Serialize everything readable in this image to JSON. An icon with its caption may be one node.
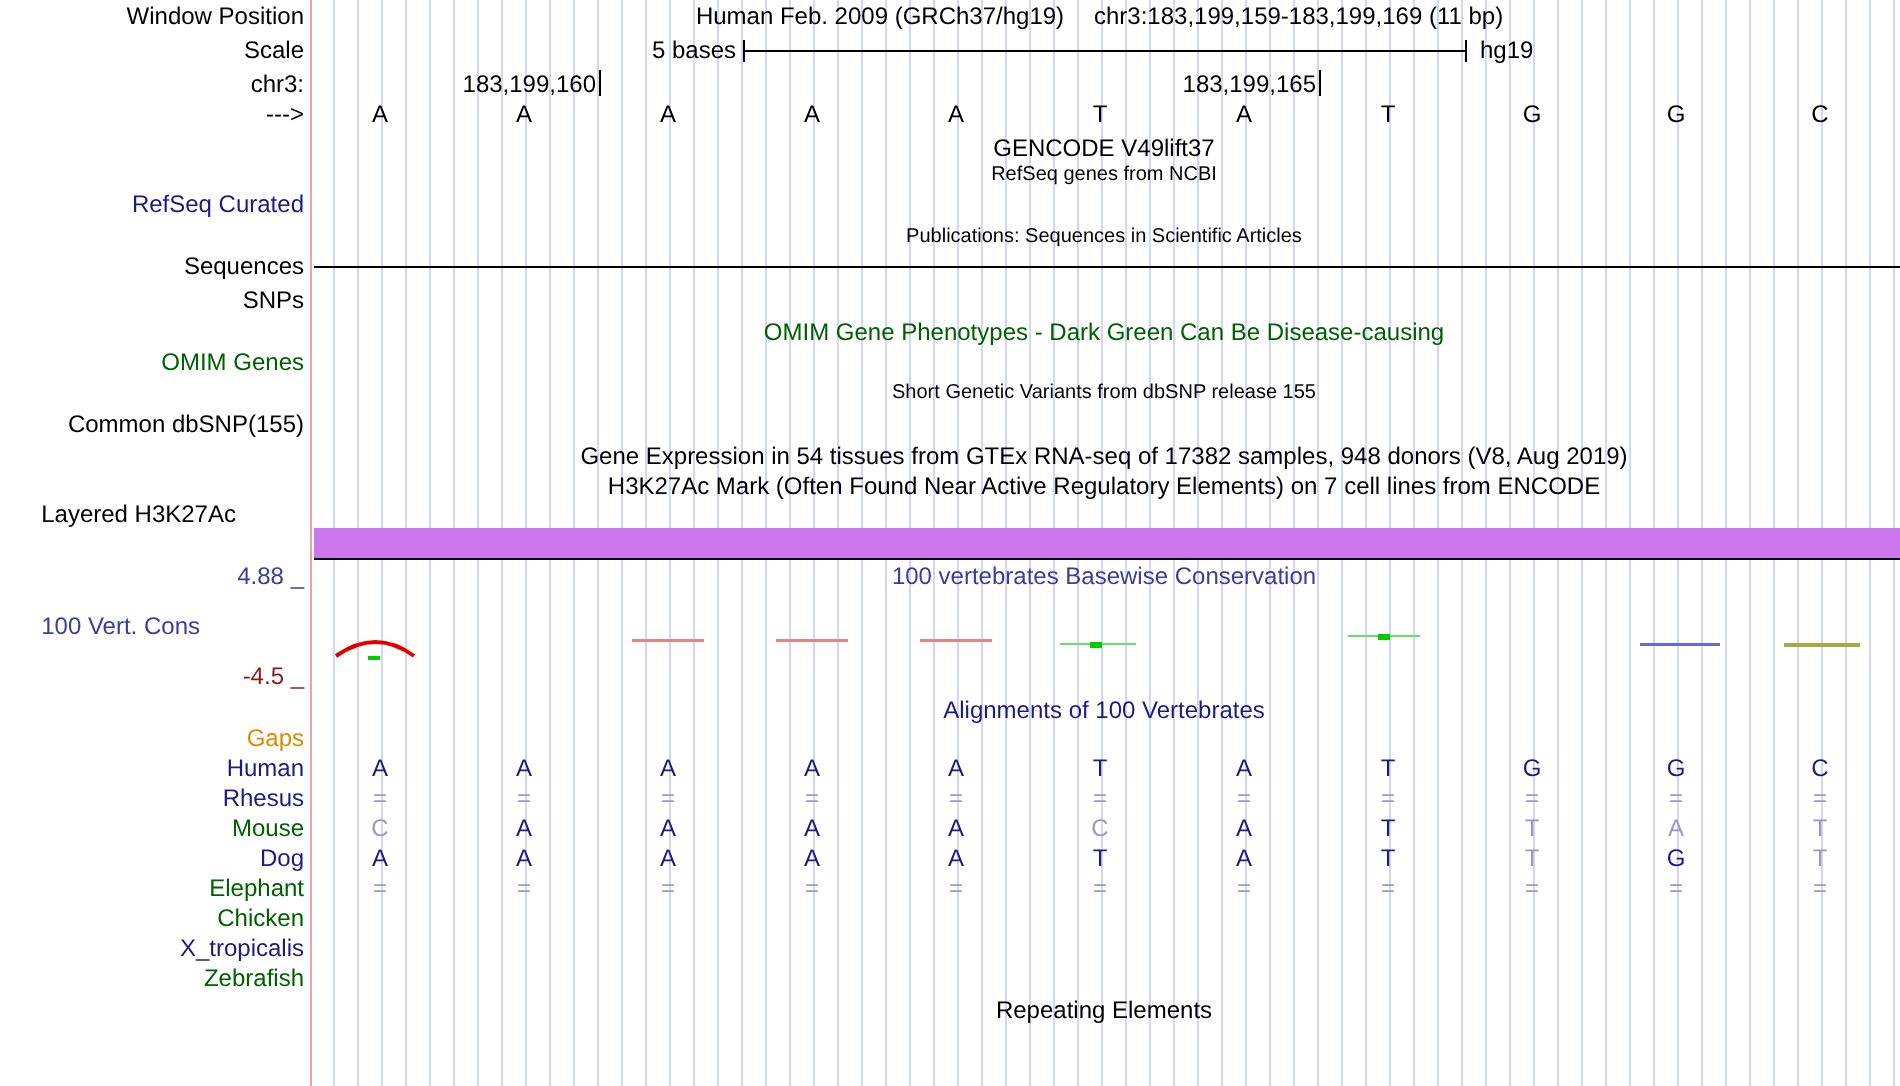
{
  "diagram": {
    "labels": [
      "Window Position",
      "Human Feb. 2009 (GRCh37/hg19)",
      "chr3:183,199,159-183,199,169 (11 bp)",
      "Scale",
      "5 bases",
      "hg19",
      "chr3:",
      "183,199,160",
      "183,199,165",
      "--->",
      "A",
      "A",
      "A",
      "A",
      "A",
      "T",
      "A",
      "T",
      "G",
      "G",
      "C",
      "GENCODE V49lift37",
      "RefSeq genes from NCBI",
      "RefSeq Curated",
      "Publications: Sequences in Scientific Articles",
      "Sequences",
      "SNPs",
      "OMIM Gene Phenotypes - Dark Green Can Be Disease-causing",
      "OMIM Genes",
      "Short Genetic Variants from dbSNP release 155",
      "Common dbSNP(155)",
      "Gene Expression in 54 tissues from GTEx RNA-seq of 17382 samples, 948 donors (V8, Aug 2019)",
      "H3K27Ac Mark (Often Found Near Active Regulatory Elements) on 7 cell lines from ENCODE",
      "Layered H3K27Ac",
      "4.88 _",
      "100 vertebrates Basewise Conservation",
      "100 Vert. Cons",
      "-4.5 _",
      "Alignments of 100 Vertebrates",
      "Gaps",
      "Human",
      "A",
      "A",
      "A",
      "A",
      "A",
      "T",
      "A",
      "T",
      "G",
      "G",
      "C",
      "Rhesus",
      "=",
      "=",
      "=",
      "=",
      "=",
      "=",
      "=",
      "=",
      "=",
      "=",
      "=",
      "Mouse",
      "C",
      "A",
      "A",
      "A",
      "A",
      "C",
      "A",
      "T",
      "T",
      "A",
      "T",
      "Dog",
      "A",
      "A",
      "A",
      "A",
      "A",
      "T",
      "A",
      "T",
      "T",
      "G",
      "T",
      "Elephant",
      "=",
      "=",
      "=",
      "=",
      "=",
      "=",
      "=",
      "=",
      "=",
      "=",
      "=",
      "Chicken",
      "X_tropicalis",
      "Zebrafish",
      "Repeating Elements"
    ]
  }
}
